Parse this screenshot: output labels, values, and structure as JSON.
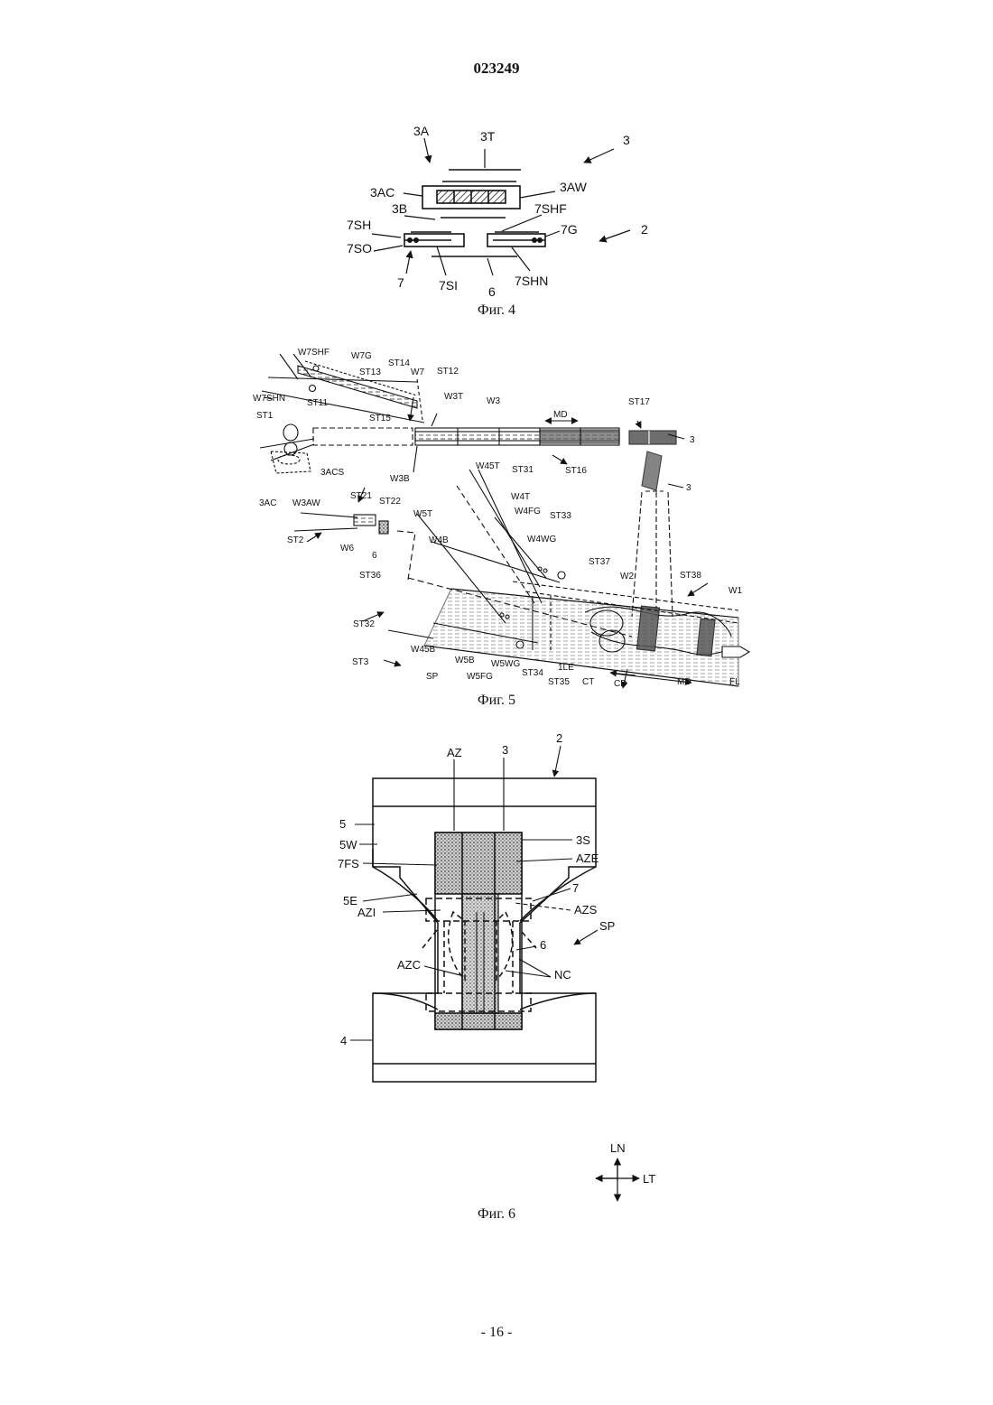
{
  "header": {
    "doc_number": "023249"
  },
  "figures": [
    {
      "id": "fig4",
      "caption": "Фиг. 4",
      "labels": {
        "3A": "3A",
        "3T": "3T",
        "3": "3",
        "3AC": "3AC",
        "3AW": "3AW",
        "3B": "3B",
        "7SHF": "7SHF",
        "7SH": "7SH",
        "7G": "7G",
        "2": "2",
        "7SO": "7SO",
        "7": "7",
        "7SI": "7SI",
        "6": "6",
        "7SHN": "7SHN"
      }
    },
    {
      "id": "fig5",
      "caption": "Фиг. 5",
      "labels": {
        "W7SHF": "W7SHF",
        "W7G": "W7G",
        "ST14": "ST14",
        "ST13": "ST13",
        "W7": "W7",
        "ST12": "ST12",
        "W7SHN": "W7SHN",
        "ST11": "ST11",
        "W3T": "W3T",
        "W3": "W3",
        "ST17": "ST17",
        "ST1": "ST1",
        "ST15": "ST15",
        "MD_top": "MD",
        "3_top": "3",
        "3ACS": "3ACS",
        "W3B": "W3B",
        "W45T": "W45T",
        "ST31": "ST31",
        "ST16": "ST16",
        "3AC": "3AC",
        "W3AW": "W3AW",
        "3_right": "3",
        "W4T": "W4T",
        "ST21": "ST21",
        "ST22": "ST22",
        "W4FG": "W4FG",
        "W5T": "W5T",
        "ST33": "ST33",
        "ST2": "ST2",
        "W6": "W6",
        "6": "6",
        "W4B": "W4B",
        "W4WG": "W4WG",
        "ST36": "ST36",
        "ST37": "ST37",
        "W2": "W2",
        "ST38": "ST38",
        "W1": "W1",
        "ST32": "ST32",
        "W45B": "W45B",
        "W5B": "W5B",
        "W5WG": "W5WG",
        "ST3": "ST3",
        "SP": "SP",
        "W5FG": "W5FG",
        "ST34": "ST34",
        "1LE": "1LE",
        "ST35": "ST35",
        "CT": "CT",
        "CD": "CD",
        "MD_bottom": "MD",
        "FL": "FL"
      }
    },
    {
      "id": "fig6",
      "caption": "Фиг. 6",
      "labels": {
        "AZ": "AZ",
        "3": "3",
        "2": "2",
        "5": "5",
        "5W": "5W",
        "7FS": "7FS",
        "3S": "3S",
        "AZE": "AZE",
        "5E": "5E",
        "7": "7",
        "AZI": "AZI",
        "AZS": "AZS",
        "SP": "SP",
        "6": "6",
        "AZC": "AZC",
        "NC": "NC",
        "4": "4",
        "LN": "LN",
        "LT": "LT"
      }
    }
  ],
  "footer": {
    "page": "- 16 -"
  }
}
